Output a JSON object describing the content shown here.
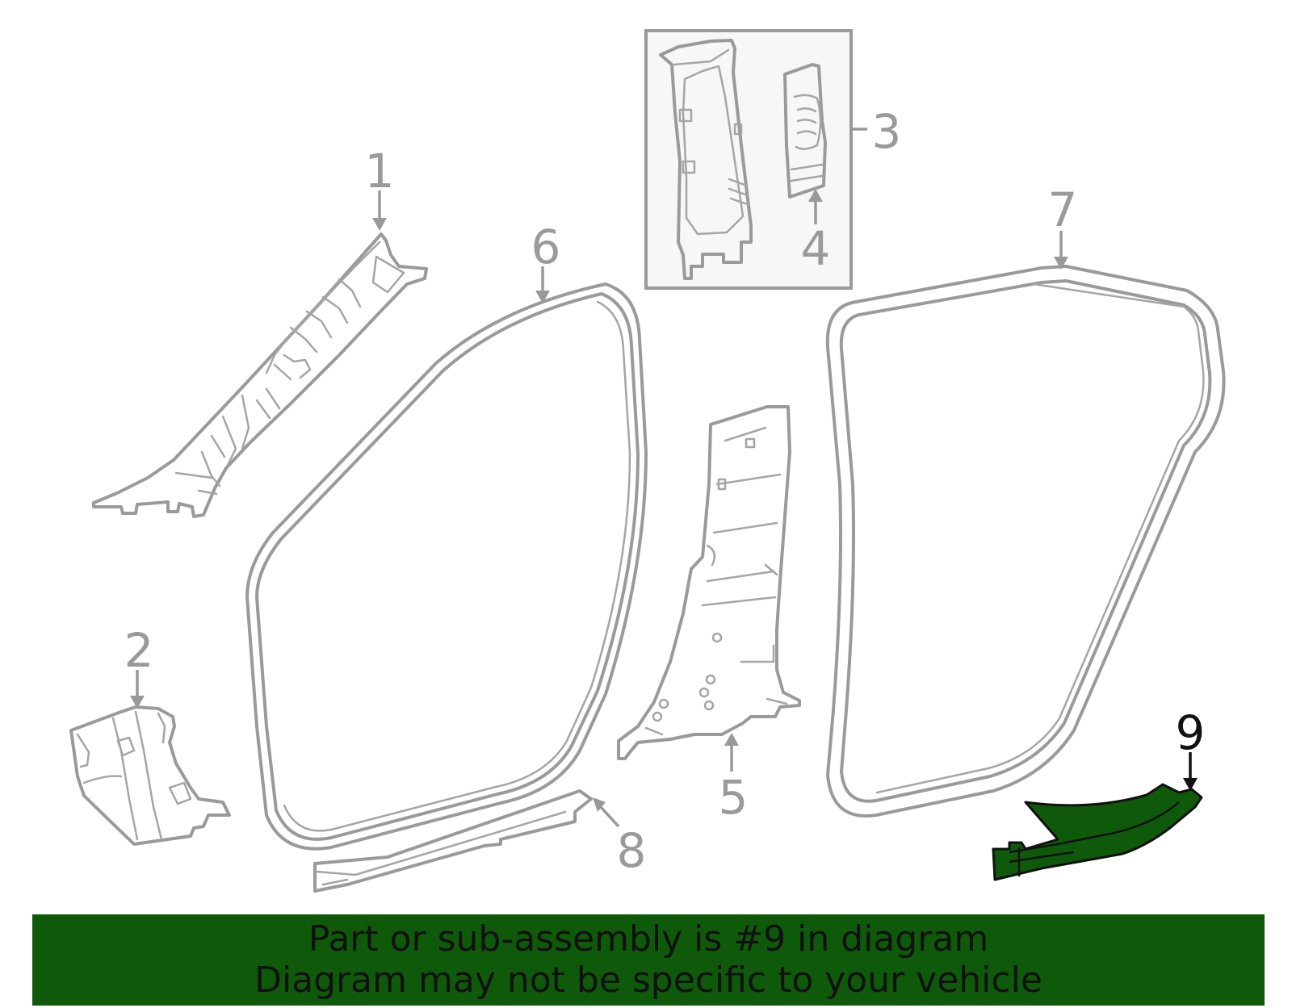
{
  "callouts": {
    "c1": "1",
    "c2": "2",
    "c3": "3",
    "c4": "4",
    "c5": "5",
    "c6": "6",
    "c7": "7",
    "c8": "8",
    "c9": "9"
  },
  "highlighted_callout": "9",
  "banner": {
    "line1": "Part or sub-assembly is #9 in diagram",
    "line2": "Diagram may not be specific to your vehicle"
  },
  "colors": {
    "highlight": "#0f5a0a",
    "outline": "#9a9a9a",
    "inset_box_fill": "#f7f7f7"
  }
}
